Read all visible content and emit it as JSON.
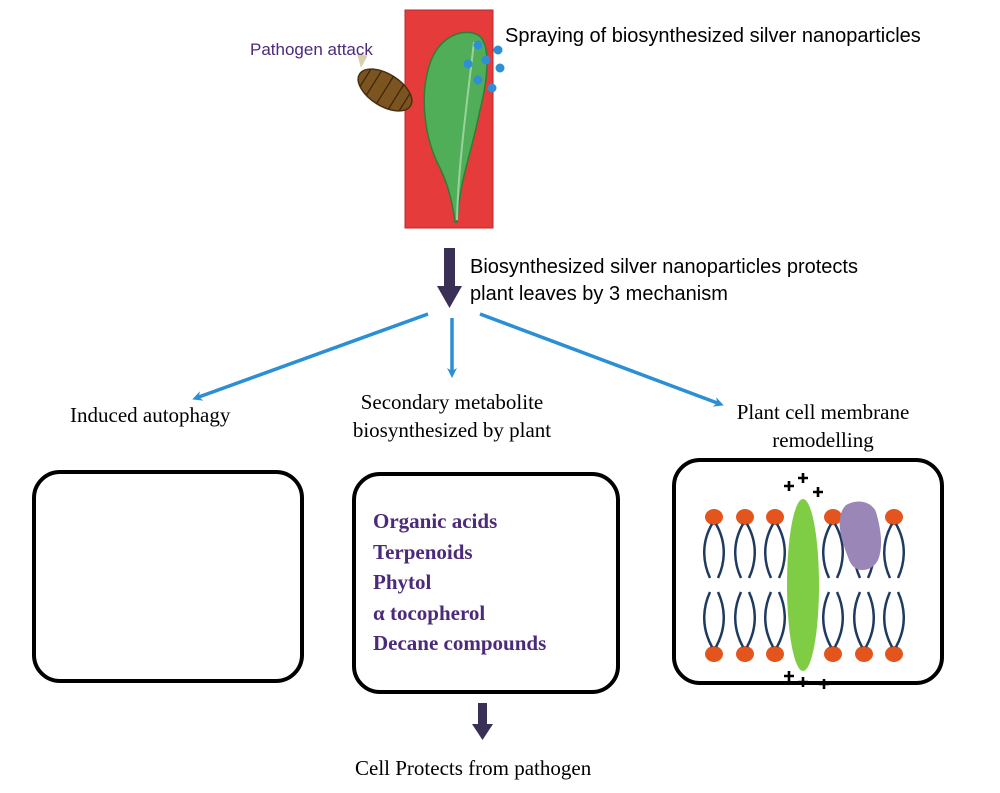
{
  "top": {
    "pathogen_label": "Pathogen attack",
    "spray_label": "Spraying of biosynthesized silver nanoparticles"
  },
  "mechanism": {
    "line1": "Biosynthesized silver nanoparticles protects",
    "line2": "plant leaves by 3 mechanism"
  },
  "branches": {
    "left": {
      "label": "Induced autophagy"
    },
    "center": {
      "line1": "Secondary metabolite",
      "line2": "biosynthesized by plant",
      "items": [
        "Organic acids",
        "Terpenoids",
        "Phytol",
        "α tocopherol",
        "Decane compounds"
      ]
    },
    "right": {
      "line1": "Plant cell membrane",
      "line2": "remodelling"
    }
  },
  "bottom": {
    "label": "Cell Protects from pathogen"
  },
  "colors": {
    "leaf_background": "#e63b3b",
    "leaf": "#4fae57",
    "droplet": "#2f8fd6",
    "branch_arrow": "#2a8fd4",
    "main_arrow": "#3a2f55",
    "metabolite_text": "#4b2a7b",
    "lipid_head": "#e4541d",
    "membrane_protein": "#7fcc45",
    "bound_particle": "#9b86b8"
  }
}
